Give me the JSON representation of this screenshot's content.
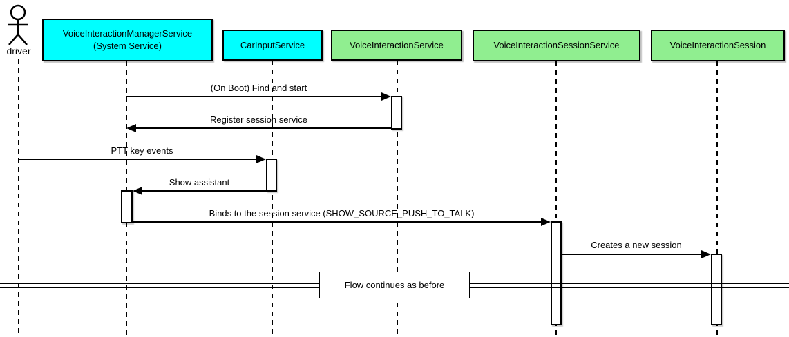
{
  "colors": {
    "cyan_participant": "#00ffff",
    "green_participant": "#90ee90",
    "line": "#000000",
    "background": "#ffffff"
  },
  "actor": {
    "label": "driver"
  },
  "participants": [
    {
      "name": "VoiceInteractionManagerService",
      "subtitle": "(System Service)",
      "fill": "#00ffff"
    },
    {
      "name": "CarInputService",
      "fill": "#00ffff"
    },
    {
      "name": "VoiceInteractionService",
      "fill": "#90ee90"
    },
    {
      "name": "VoiceInteractionSessionService",
      "fill": "#90ee90"
    },
    {
      "name": "VoiceInteractionSession",
      "fill": "#90ee90"
    }
  ],
  "messages": [
    {
      "label": "(On Boot) Find and start",
      "from": "VoiceInteractionManagerService",
      "to": "VoiceInteractionService",
      "direction": "right"
    },
    {
      "label": "Register session service",
      "from": "VoiceInteractionService",
      "to": "VoiceInteractionManagerService",
      "direction": "left"
    },
    {
      "label": "PTT key events",
      "from": "driver",
      "to": "CarInputService",
      "direction": "right"
    },
    {
      "label": "Show assistant",
      "from": "CarInputService",
      "to": "VoiceInteractionManagerService",
      "direction": "left"
    },
    {
      "label": "Binds to the session service (SHOW_SOURCE_PUSH_TO_TALK)",
      "from": "VoiceInteractionManagerService",
      "to": "VoiceInteractionSessionService",
      "direction": "right"
    },
    {
      "label": "Creates a new session",
      "from": "VoiceInteractionSessionService",
      "to": "VoiceInteractionSession",
      "direction": "right"
    }
  ],
  "divider": {
    "label": "Flow continues as before"
  }
}
